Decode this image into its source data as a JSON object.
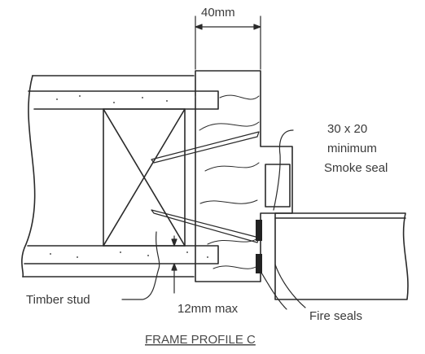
{
  "diagram": {
    "dimension_top": "40mm",
    "seal_note": [
      "30 x 20",
      "minimum",
      "Smoke seal"
    ],
    "stud_label": "Timber stud",
    "gap_label": "12mm max",
    "fire_label": "Fire seals",
    "caption": "FRAME PROFILE C"
  }
}
